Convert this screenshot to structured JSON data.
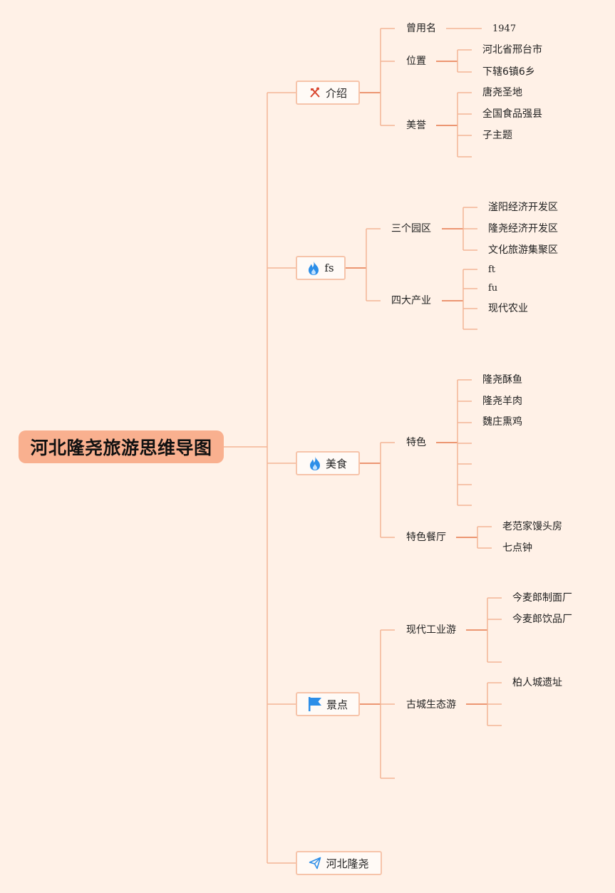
{
  "title": "河北隆尧旅游思维导图",
  "colors": {
    "background": "#fff1e7",
    "root": "#f9b08f",
    "line": "#f3b596",
    "icon_fire": "#2c8ee8",
    "icon_flag": "#2c8ee8",
    "icon_tools": "#d9462f"
  },
  "branches": {
    "intro": {
      "label": "介绍",
      "icon": "tools-icon",
      "former_name": {
        "label": "曾用名",
        "value": "1947"
      },
      "location": {
        "label": "位置",
        "items": [
          "河北省邢台市",
          "下辖6镇6乡"
        ]
      },
      "honors": {
        "label": "美誉",
        "items": [
          "唐尧圣地",
          "全国食品强县",
          "子主题",
          ""
        ]
      }
    },
    "fs": {
      "label": "fs",
      "icon": "fire-icon",
      "parks": {
        "label": "三个园区",
        "items": [
          "滏阳经济开发区",
          "隆尧经济开发区",
          "文化旅游集聚区"
        ]
      },
      "industries": {
        "label": "四大产业",
        "items": [
          "ft",
          "fu",
          "现代农业",
          ""
        ]
      }
    },
    "food": {
      "label": "美食",
      "icon": "fire-icon",
      "specialty": {
        "label": "特色",
        "items": [
          "隆尧酥鱼",
          "隆尧羊肉",
          "魏庄熏鸡",
          "",
          "",
          "",
          ""
        ]
      },
      "restaurants": {
        "label": "特色餐厅",
        "items": [
          "老范家馒头房",
          "七点钟"
        ]
      }
    },
    "sights": {
      "label": "景点",
      "icon": "flag-icon",
      "industrial": {
        "label": "现代工业游",
        "items": [
          "今麦郎制面厂",
          "今麦郎饮品厂",
          ""
        ]
      },
      "ancient": {
        "label": "古城生态游",
        "items": [
          "柏人城遗址",
          "",
          ""
        ]
      }
    },
    "longyao": {
      "label": "河北隆尧",
      "icon": "send-icon"
    }
  }
}
